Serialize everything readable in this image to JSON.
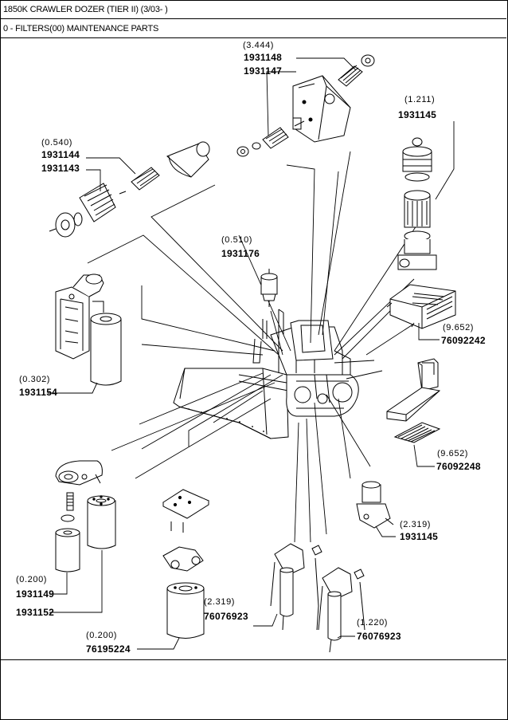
{
  "header": {
    "title": "1850K CRAWLER DOZER (TIER II) (3/03- )",
    "section": "0 - FILTERS(00) MAINTENANCE PARTS"
  },
  "callouts": [
    {
      "id": "air-filter-top",
      "qty": "(3.444)",
      "parts": [
        "1931148",
        "1931147"
      ]
    },
    {
      "id": "fuel-filter-right-top",
      "qty": "(1.211)",
      "parts": [
        "1931145"
      ]
    },
    {
      "id": "air-filter-left",
      "qty": "(0.540)",
      "parts": [
        "1931144",
        "1931143"
      ]
    },
    {
      "id": "inline-filter",
      "qty": "(0.510)",
      "parts": [
        "1931176"
      ]
    },
    {
      "id": "cab-filter",
      "qty": "(9.652)",
      "parts": [
        "76092242"
      ]
    },
    {
      "id": "hydraulic-filter",
      "qty": "(0.302)",
      "parts": [
        "1931154"
      ]
    },
    {
      "id": "recirc-filter",
      "qty": "(9.652)",
      "parts": [
        "76092248"
      ]
    },
    {
      "id": "water-separator",
      "qty": "(2.319)",
      "parts": [
        "1931145"
      ]
    },
    {
      "id": "oil-filter",
      "qty": "(0.200)",
      "parts": [
        "1931149",
        "1931152"
      ]
    },
    {
      "id": "fuel-filter-bracket",
      "qty": "(2.319)",
      "parts": [
        "76076923"
      ]
    },
    {
      "id": "fuel-filter-right",
      "qty": "(1.220)",
      "parts": [
        "76076923"
      ]
    },
    {
      "id": "transmission-filter",
      "qty": "(0.200)",
      "parts": [
        "76195224"
      ]
    }
  ]
}
